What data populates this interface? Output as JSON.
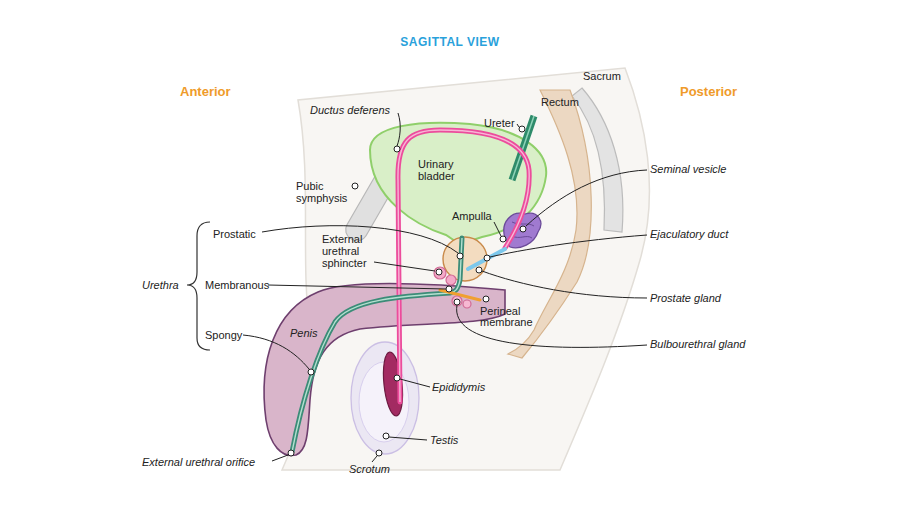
{
  "diagram": {
    "title": "SAGITTAL VIEW",
    "labels": [
      "Anterior",
      "Posterior",
      "Sacrum",
      "Rectum",
      "Ductus deferens",
      "Ureter",
      "Urinary bladder",
      "Seminal vesicle",
      "Pubic symphysis",
      "Ampulla",
      "Prostatic",
      "External urethral sphincter",
      "Ejaculatory duct",
      "Urethra",
      "Membranous",
      "Prostate gland",
      "Perineal membrane",
      "Bulbourethral gland",
      "Spongy",
      "Penis",
      "Epididymis",
      "Testis",
      "External urethral orifice",
      "Scrotum"
    ]
  }
}
